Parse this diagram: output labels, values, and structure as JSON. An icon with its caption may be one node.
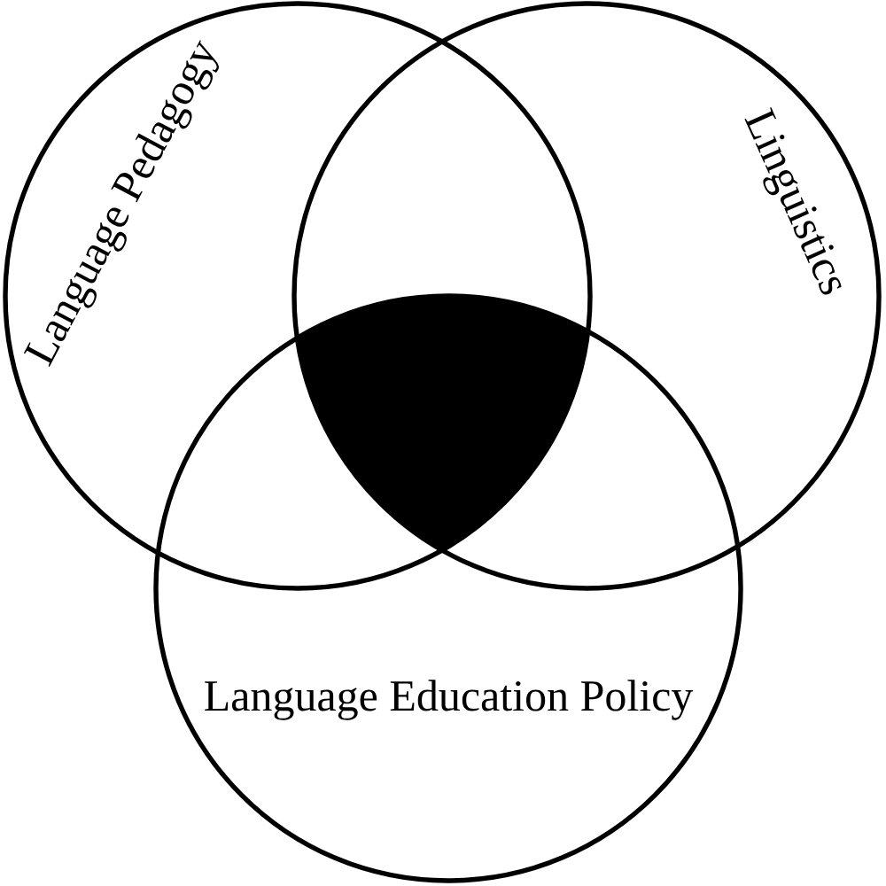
{
  "diagram": {
    "nodes": [
      {
        "text": [
          "Language Pedagogy"
        ]
      },
      {
        "text": [
          "Linguistics"
        ]
      },
      {
        "text": [
          "Language Education Policy"
        ]
      },
      {
        "text": [],
        "shape": "triangle"
      }
    ]
  }
}
